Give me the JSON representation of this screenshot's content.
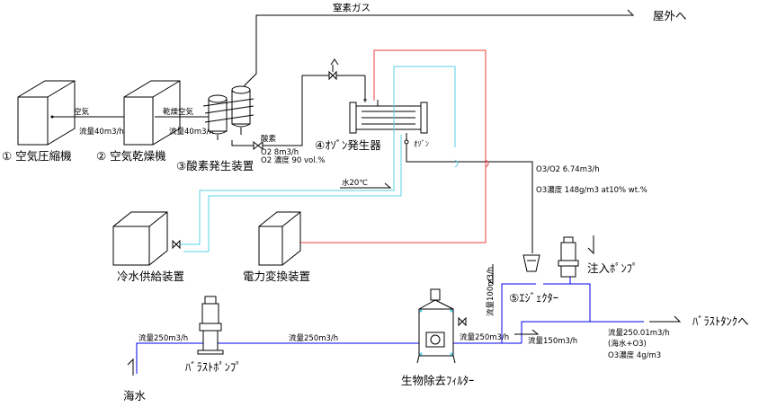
{
  "labels": {
    "nitrogen_gas": "窒素ガス",
    "to_outside": "屋外へ",
    "air": "空気",
    "dry_air": "乾燥空気",
    "flow_40_a": "流量40m3/h",
    "flow_40_b": "流量40m3/h",
    "oxygen": "酸素",
    "o2_flow": "O2 8m3/h",
    "o2_conc": "O2 濃度 90  vol.%",
    "ozone": "ｵｿﾞﾝ",
    "o3o2_flow": "O3/O2 6.74m3/h",
    "o3_conc": "O3濃度 148g/m3 at10%  wt.%",
    "water_20c": "水20℃",
    "flow_100": "流量100m3/h",
    "flow_250_left": "流量250m3/h",
    "flow_250_mid": "流量250m3/h",
    "flow_250_right": "流量250m3/h",
    "flow_150": "流量150m3/h",
    "out_flow": "流量250.01m3/h",
    "out_mix": "(海水+O3)",
    "out_conc": "O3濃度 4g/m3",
    "to_ballast_tank": "ﾊﾞﾗｽﾄﾀﾝｸへ",
    "seawater": "海水"
  },
  "equipment": {
    "compressor": "① 空気圧縮機",
    "dryer": "② 空気乾燥機",
    "oxygen_gen": "③酸素発生装置",
    "ozone_gen": "④ｵｿﾞﾝ発生器",
    "ejector": "⑤ｴｼﾞｪｸﾀｰ",
    "chiller": "冷水供給装置",
    "power": "電力変換装置",
    "injection_pump": "注入ﾎﾟﾝﾌﾟ",
    "ballast_pump": "ﾊﾞﾗｽﾄﾎﾟﾝﾌﾟ",
    "filter": "生物除去ﾌｨﾙﾀｰ"
  },
  "colors": {
    "process_line": "#000000",
    "seawater_line": "#0000ee",
    "power_line": "#e84040",
    "cooling_line": "#5ad2e6"
  }
}
